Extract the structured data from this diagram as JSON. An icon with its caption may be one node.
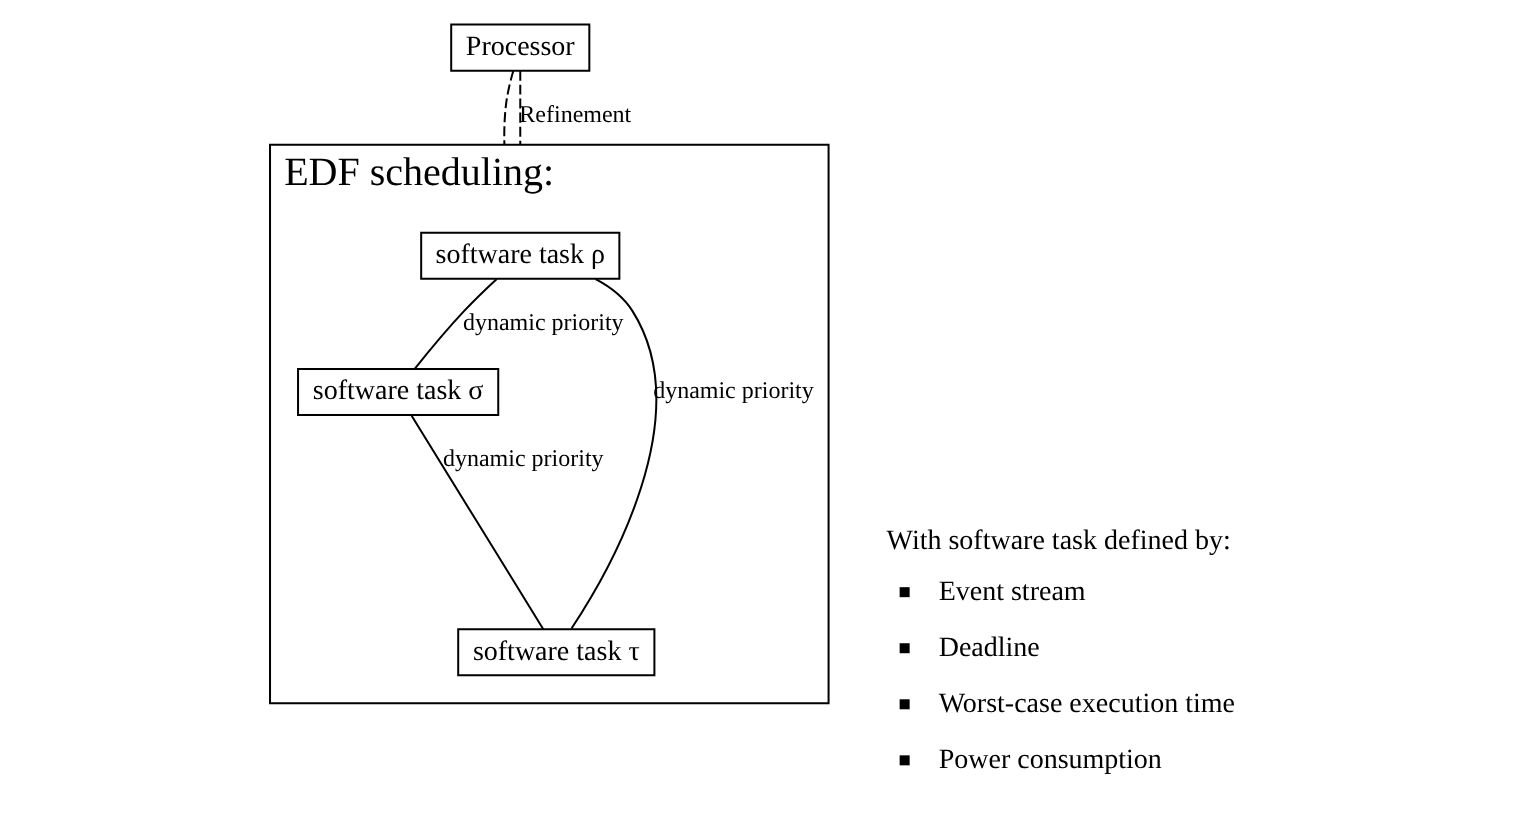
{
  "diagram": {
    "nodes": [
      {
        "text": [
          "Processor"
        ]
      },
      {
        "text": [
          "EDF scheduling:"
        ]
      },
      {
        "text": [
          "software task ρ"
        ],
        "in": 1
      },
      {
        "text": [
          "software task σ"
        ],
        "in": 1
      },
      {
        "text": [
          "software task τ"
        ],
        "in": 1
      }
    ],
    "edges": [
      {
        "from": 0,
        "to": 1,
        "arrow": "none",
        "style": "dashed"
      },
      {
        "from": 0,
        "to": 1,
        "arrow": "none",
        "style": "dashed",
        "label": "Refinement"
      },
      {
        "from": 2,
        "to": 4,
        "arrow": "none",
        "label": "dynamic priority"
      },
      {
        "from": 2,
        "to": 3,
        "arrow": "none",
        "label": "dynamic priority"
      },
      {
        "from": 3,
        "to": 4,
        "arrow": "none",
        "label": "dynamic priority"
      }
    ],
    "labels": [
      "With software task defined by:",
      "Event stream",
      "Deadline",
      "Worst-case execution time",
      "Power consumption"
    ]
  }
}
